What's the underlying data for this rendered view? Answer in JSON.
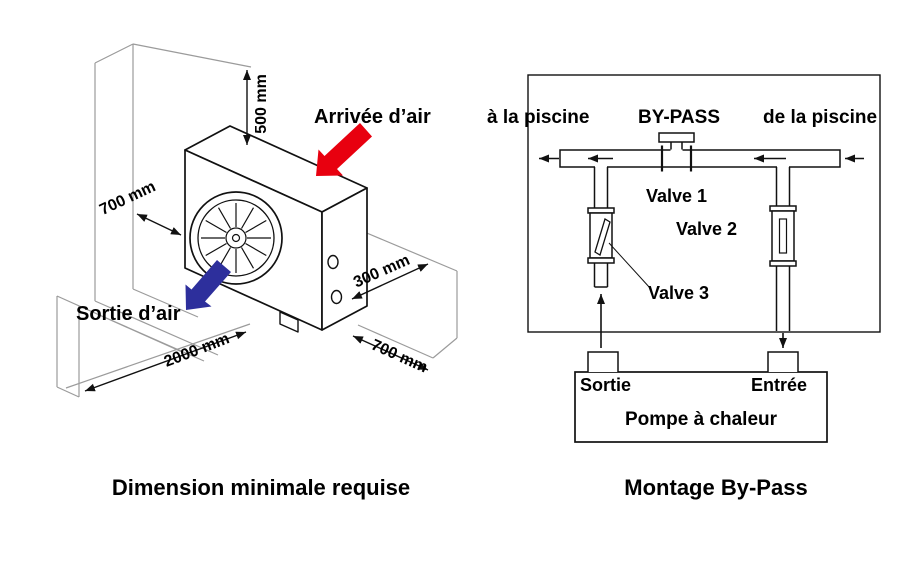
{
  "left_diagram": {
    "caption": "Dimension minimale requise",
    "air_inlet_label": "Arrivée d’air",
    "air_outlet_label": "Sortie d’air",
    "dimensions": {
      "height_above": "500 mm",
      "back_clearance": "700 mm",
      "side_clearance": "300 mm",
      "right_floor": "700 mm",
      "front_floor": "2000 mm"
    },
    "colors": {
      "air_inlet_arrow": "#e8000f",
      "air_outlet_arrow": "#2d2f9c"
    }
  },
  "right_diagram": {
    "caption": "Montage By-Pass",
    "pipe_labels": {
      "to_pool": "à la piscine",
      "bypass": "BY-PASS",
      "from_pool": "de la piscine"
    },
    "valves": {
      "valve1": "Valve 1",
      "valve2": "Valve 2",
      "valve3": "Valve 3"
    },
    "heat_pump": {
      "outlet": "Sortie",
      "inlet": "Entrée",
      "name": "Pompe à chaleur"
    }
  }
}
